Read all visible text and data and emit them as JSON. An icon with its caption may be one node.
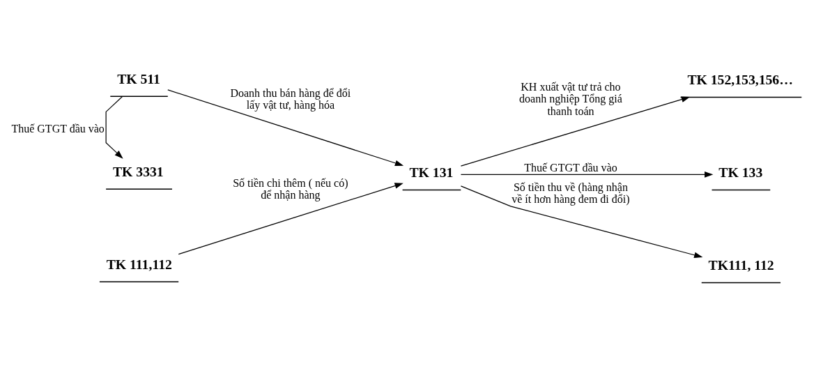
{
  "diagram": {
    "nodes": [
      {
        "text": [
          "TK 511"
        ]
      },
      {
        "text": [
          "TK 131"
        ]
      },
      {
        "text": [
          "TK 152,153,156…"
        ]
      },
      {
        "text": [
          "TK 3331"
        ]
      },
      {
        "text": [
          "TK 133"
        ]
      },
      {
        "text": [
          "TK 111,112"
        ]
      },
      {
        "text": [
          "TK111, 112"
        ]
      }
    ],
    "edges": [
      {
        "from": 0,
        "to": 1,
        "arrow": "to",
        "label": "Doanh thu bán hàng để đổi lấy vật tư, hàng hóa"
      },
      {
        "from": 0,
        "to": 3,
        "arrow": "to",
        "label": "Thuế GTGT đầu vào"
      },
      {
        "from": 1,
        "to": 2,
        "arrow": "to",
        "label": "KH xuất vật tư trả cho doanh nghiệp Tổng giá thanh toán"
      },
      {
        "from": 1,
        "to": 4,
        "arrow": "to",
        "label": "Thuế GTGT đầu vào"
      },
      {
        "from": 5,
        "to": 1,
        "arrow": "to",
        "label": "Số tiền chi thêm ( nếu có) để nhận hàng"
      },
      {
        "from": 1,
        "to": 6,
        "arrow": "to",
        "label": "Số tiền thu về (hàng nhận về ít hơn hàng đem đi đổi)"
      }
    ]
  }
}
